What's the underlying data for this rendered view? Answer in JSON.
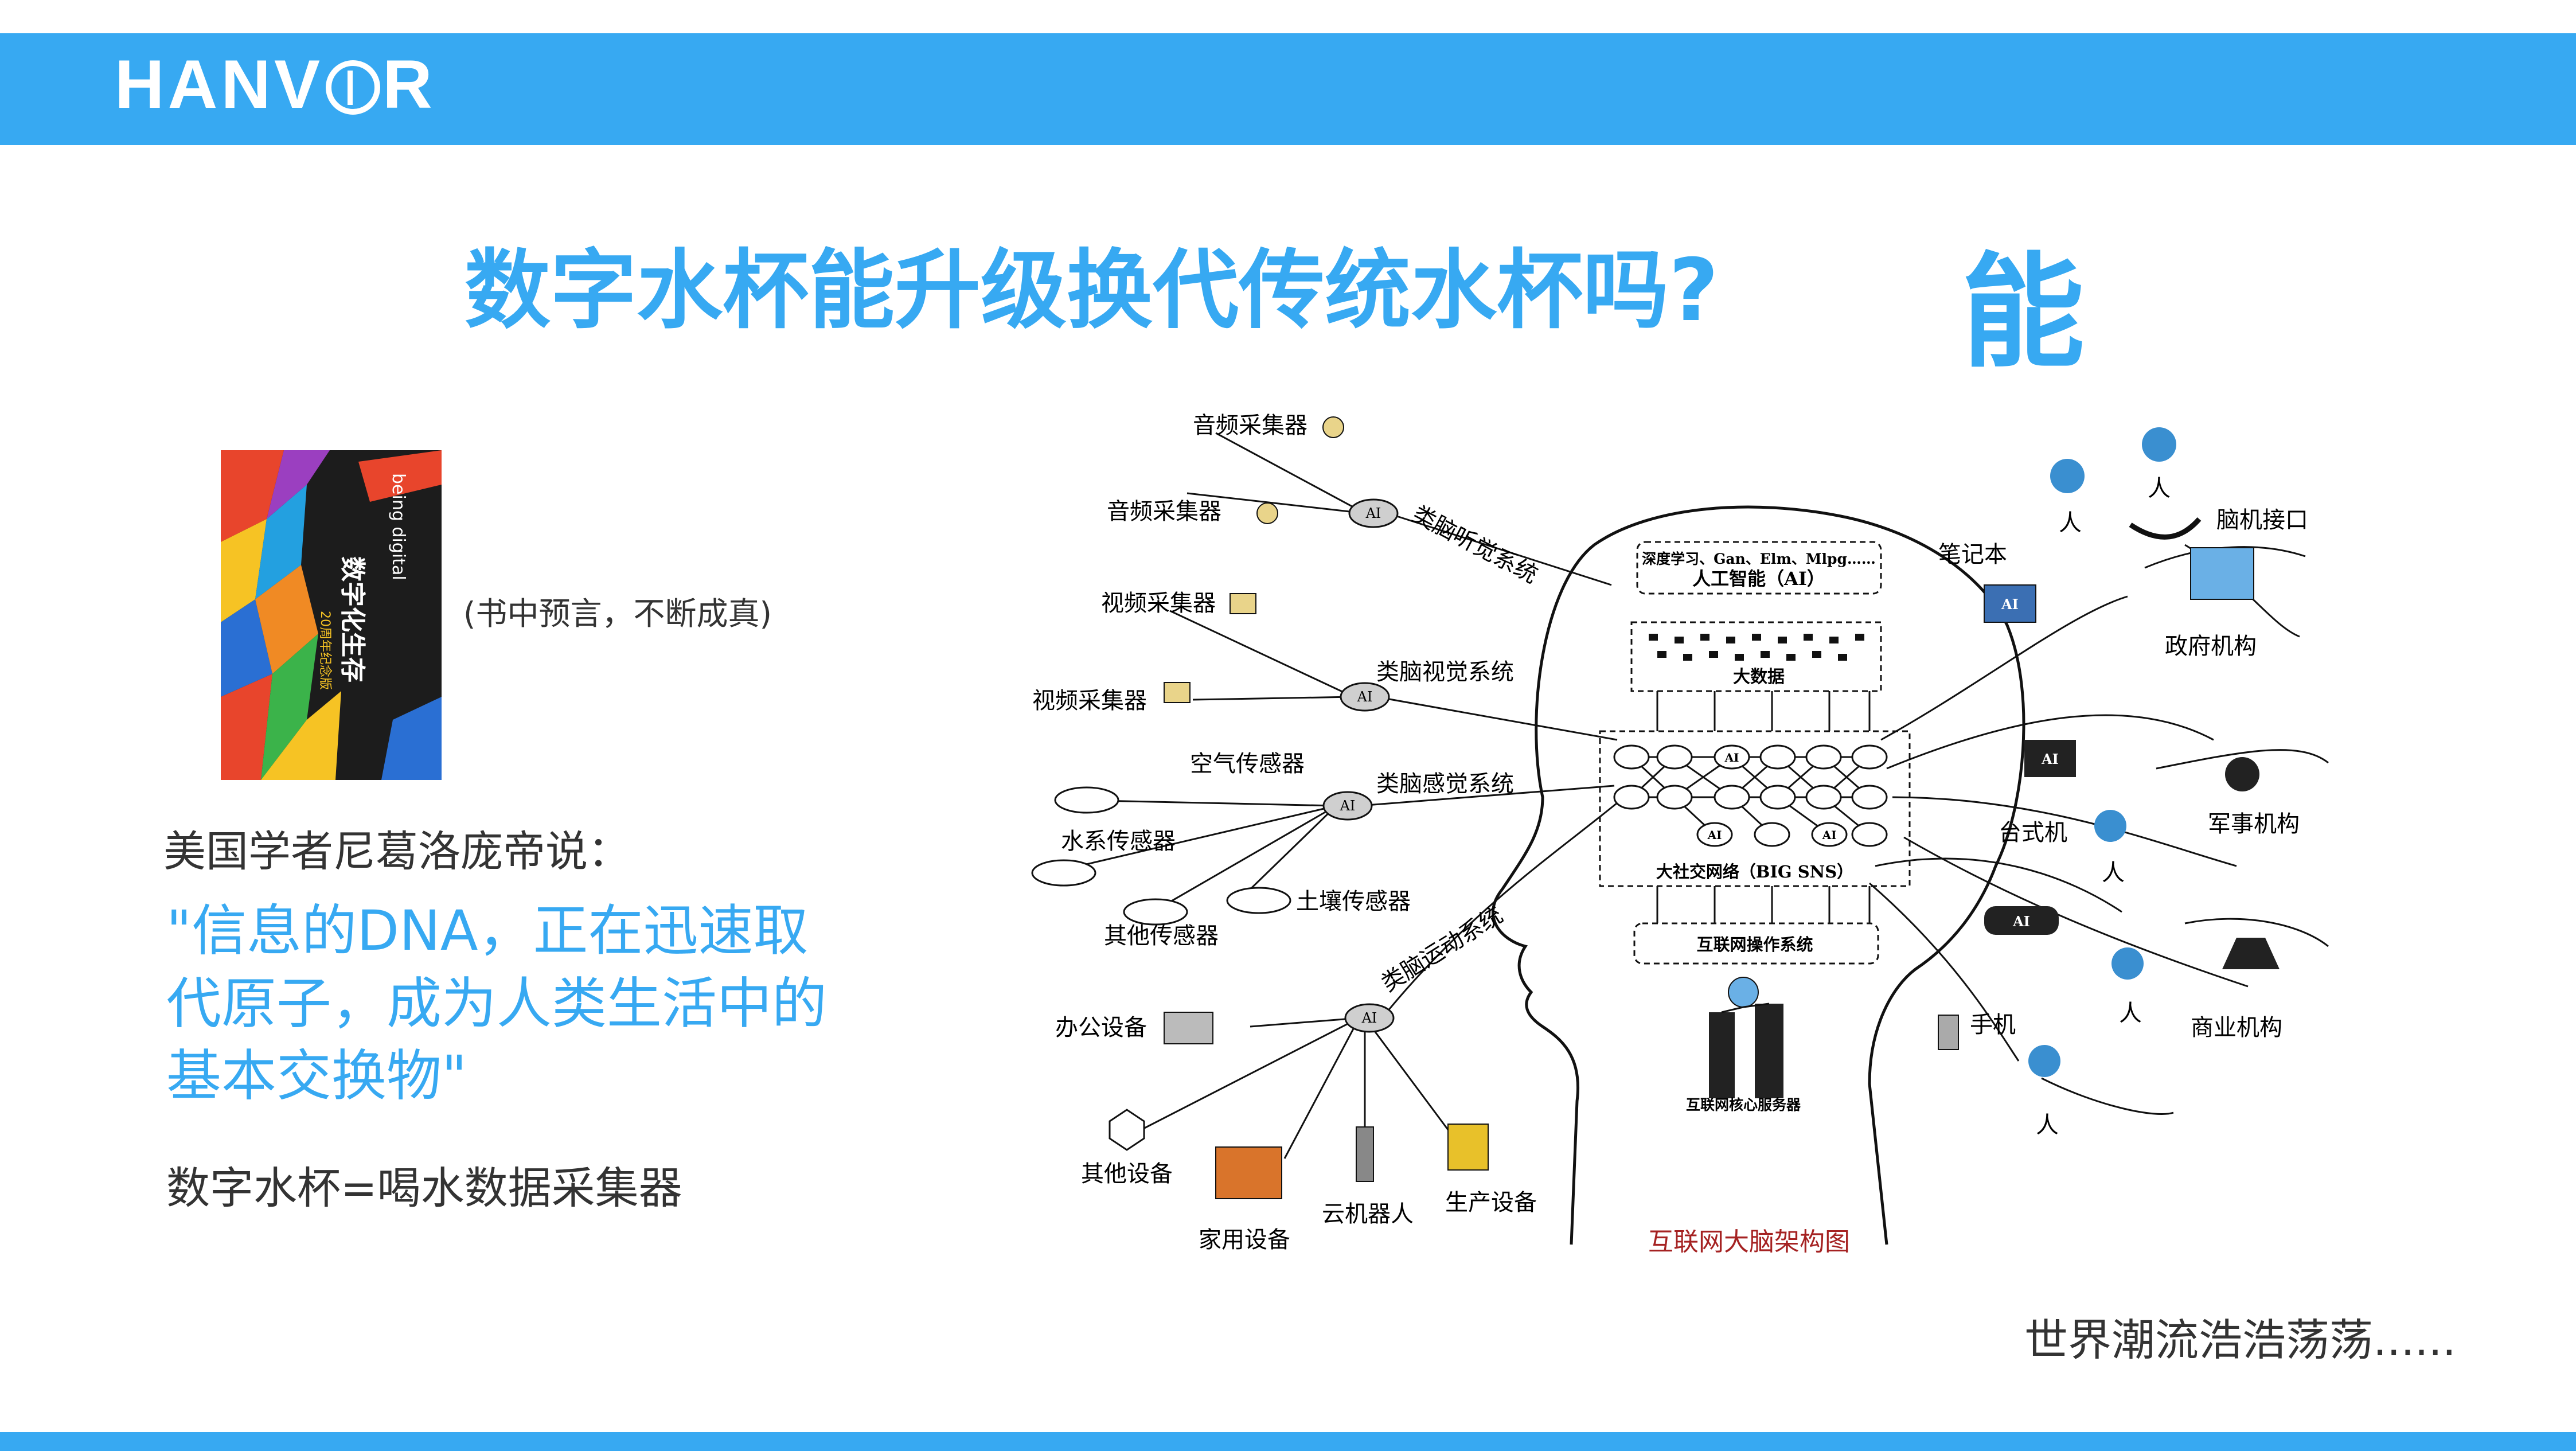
{
  "header": {
    "logo_text": "HANVOR",
    "bar_color": "#37a9f2"
  },
  "title": "数字水杯能升级换代传统水杯吗?",
  "answer": "能",
  "book": {
    "title": "数字化生存",
    "subtitle": "20周年纪念版",
    "english": "being digital",
    "note": "(书中预言，不断成真)"
  },
  "scholar_line": "美国学者尼葛洛庞帝说：",
  "quote": "\"信息的DNA，正在迅速取代原子，成为人类生活中的基本交换物\"",
  "equation": "数字水杯=喝水数据采集器",
  "trend": "世界潮流浩浩荡荡......",
  "diagram": {
    "caption": "互联网大脑架构图",
    "ai": "AI",
    "brain_layers": {
      "ai_layer_top": "深度学习、Gan、Elm、Mlpg……",
      "ai_layer_name": "人工智能（AI）",
      "big_data": "大数据",
      "sns": "大社交网络（BIG SNS）",
      "os": "互联网操作系统",
      "server": "互联网核心服务器"
    },
    "systems": {
      "hearing": "类脑听觉系统",
      "vision": "类脑视觉系统",
      "sensing": "类脑感觉系统",
      "motion": "类脑运动系统"
    },
    "devices": {
      "audio1": "音频采集器",
      "audio2": "音频采集器",
      "video1": "视频采集器",
      "video2": "视频采集器",
      "air": "空气传感器",
      "water": "水系传感器",
      "soil": "土壤传感器",
      "other_sensor": "其他传感器",
      "office": "办公设备",
      "other_device": "其他设备",
      "home": "家用设备",
      "robot": "云机器人",
      "production": "生产设备"
    },
    "right_nodes": {
      "laptop": "笔记本",
      "bci": "脑机接口",
      "government": "政府机构",
      "desktop": "台式机",
      "military": "军事机构",
      "phone": "手机",
      "business": "商业机构",
      "person": "人"
    }
  }
}
